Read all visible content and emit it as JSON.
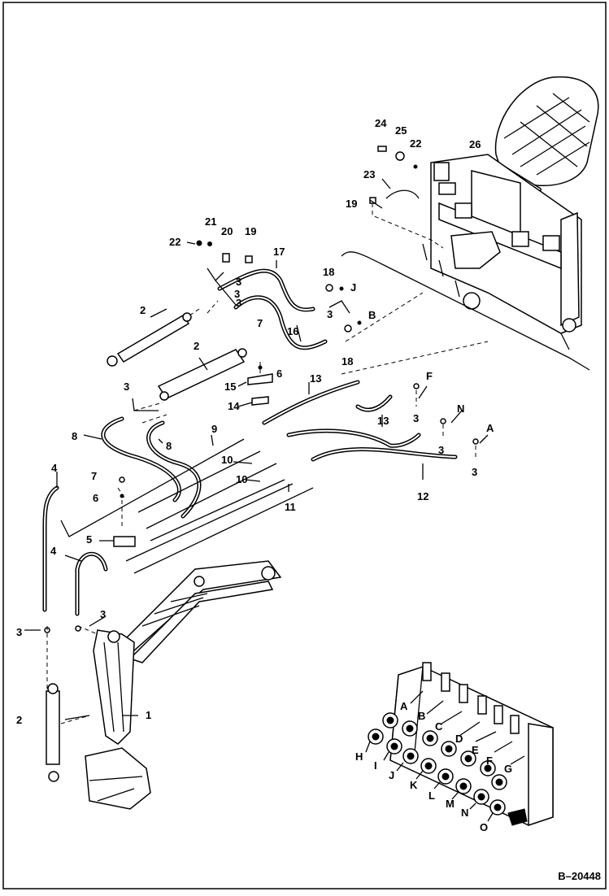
{
  "diagram_code": "B–20448",
  "callouts": [
    "1",
    "2",
    "2",
    "2",
    "3",
    "3",
    "3",
    "3",
    "3",
    "3",
    "3",
    "3",
    "3",
    "3",
    "4",
    "4",
    "5",
    "6",
    "6",
    "7",
    "7",
    "8",
    "8",
    "9",
    "10",
    "10",
    "11",
    "12",
    "13",
    "13",
    "14",
    "15",
    "16",
    "17",
    "18",
    "18",
    "19",
    "19",
    "20",
    "21",
    "22",
    "22",
    "23",
    "24",
    "25",
    "26"
  ],
  "port_letters": [
    "J",
    "B",
    "F",
    "N",
    "A"
  ],
  "valve_letters": [
    "A",
    "B",
    "C",
    "D",
    "E",
    "F",
    "G",
    "H",
    "I",
    "J",
    "K",
    "L",
    "M",
    "N",
    "O"
  ]
}
